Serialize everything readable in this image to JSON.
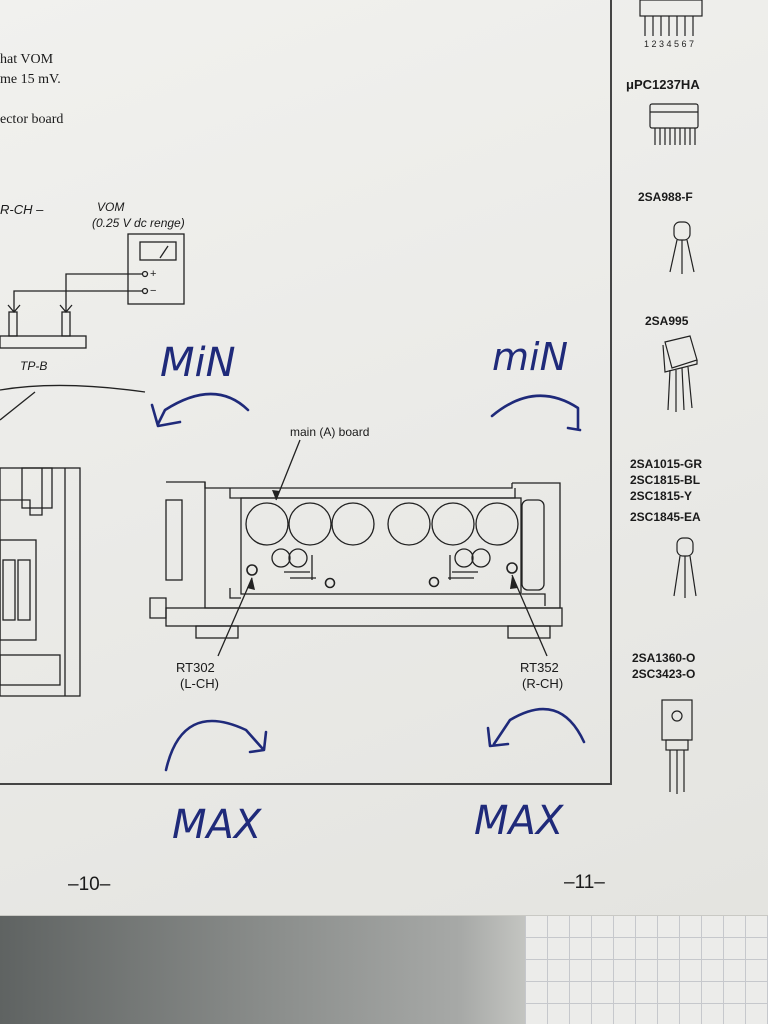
{
  "left_text": {
    "line1": "hat VOM",
    "line2": "me 15 mV.",
    "line3": "ector board"
  },
  "diagram": {
    "rch_label": "R-CH –",
    "vom_title": "VOM",
    "vom_range": "(0.25 V dc renge)",
    "tp_label": "TP-B",
    "board_label": "main (A) board",
    "rt302_name": "RT302",
    "rt302_channel": "(L-CH)",
    "rt352_name": "RT352",
    "rt352_channel": "(R-CH)",
    "plus_sign": "+",
    "minus_sign": "−"
  },
  "handwriting": {
    "min_left": "MiN",
    "min_right": "miN",
    "max_left": "MAX",
    "max_right": "MAX"
  },
  "parts": {
    "pin_numbers": "1 2 3 4 5 6 7",
    "item1": "μPC1237HA",
    "item2": "2SA988-F",
    "item3": "2SA995",
    "item4": [
      "2SA1015-GR",
      "2SC1815-BL",
      "2SC1815-Y",
      "2SC1845-EA"
    ],
    "item5": [
      "2SA1360-O",
      "2SC3423-O"
    ]
  },
  "page_numbers": {
    "left": "–10–",
    "right": "–11–"
  },
  "colors": {
    "ink": "#1f2a7a",
    "print": "#1a1a1a"
  }
}
